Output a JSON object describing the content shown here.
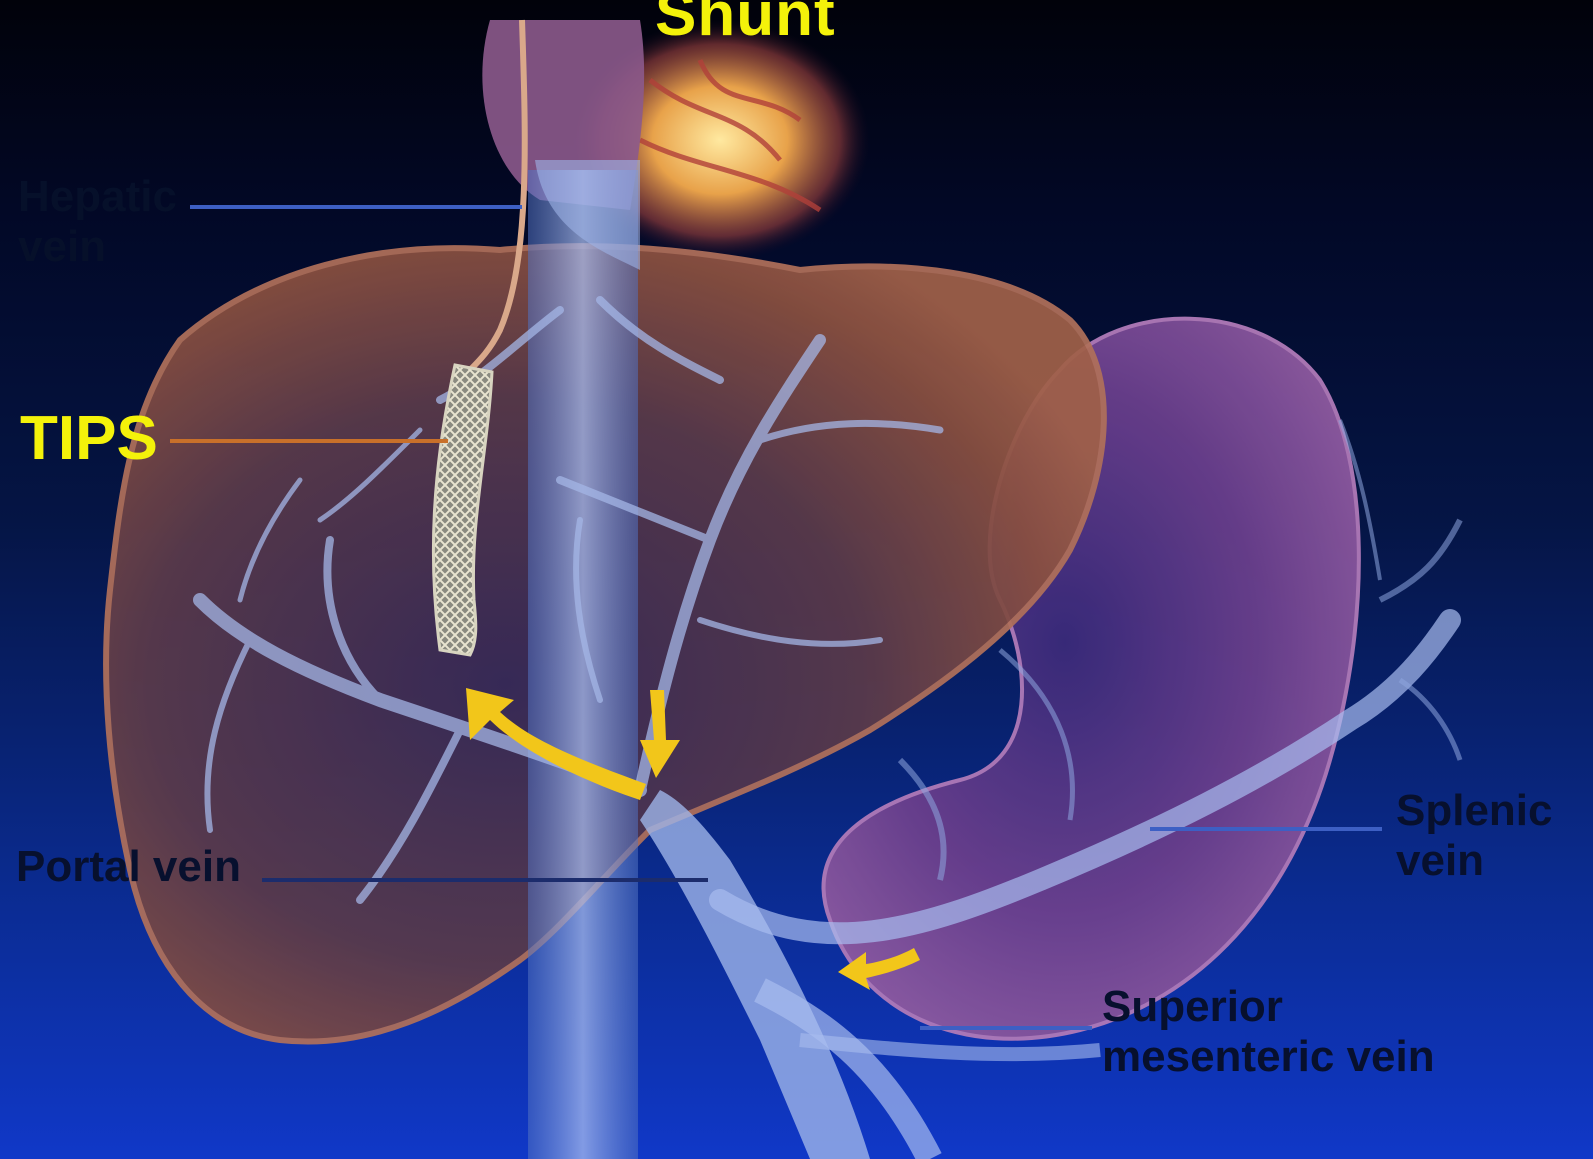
{
  "title": "Shunt",
  "labels": {
    "hepatic_vein": "Hepatic vein",
    "tips": "TIPS",
    "portal_vein": "Portal vein",
    "splenic_vein": "Splenic vein",
    "superior_mesenteric_vein": "Superior mesenteric vein"
  },
  "colors": {
    "title_yellow": "#f4f20a",
    "leader_blue": "#3d5fc4",
    "leader_orange": "#c8702a",
    "label_dark": "#07102e",
    "liver": "#7a4a3c",
    "stomach": "#7a4a8a",
    "vein": "#9eb4e8",
    "flow_arrow": "#f2c61a"
  }
}
